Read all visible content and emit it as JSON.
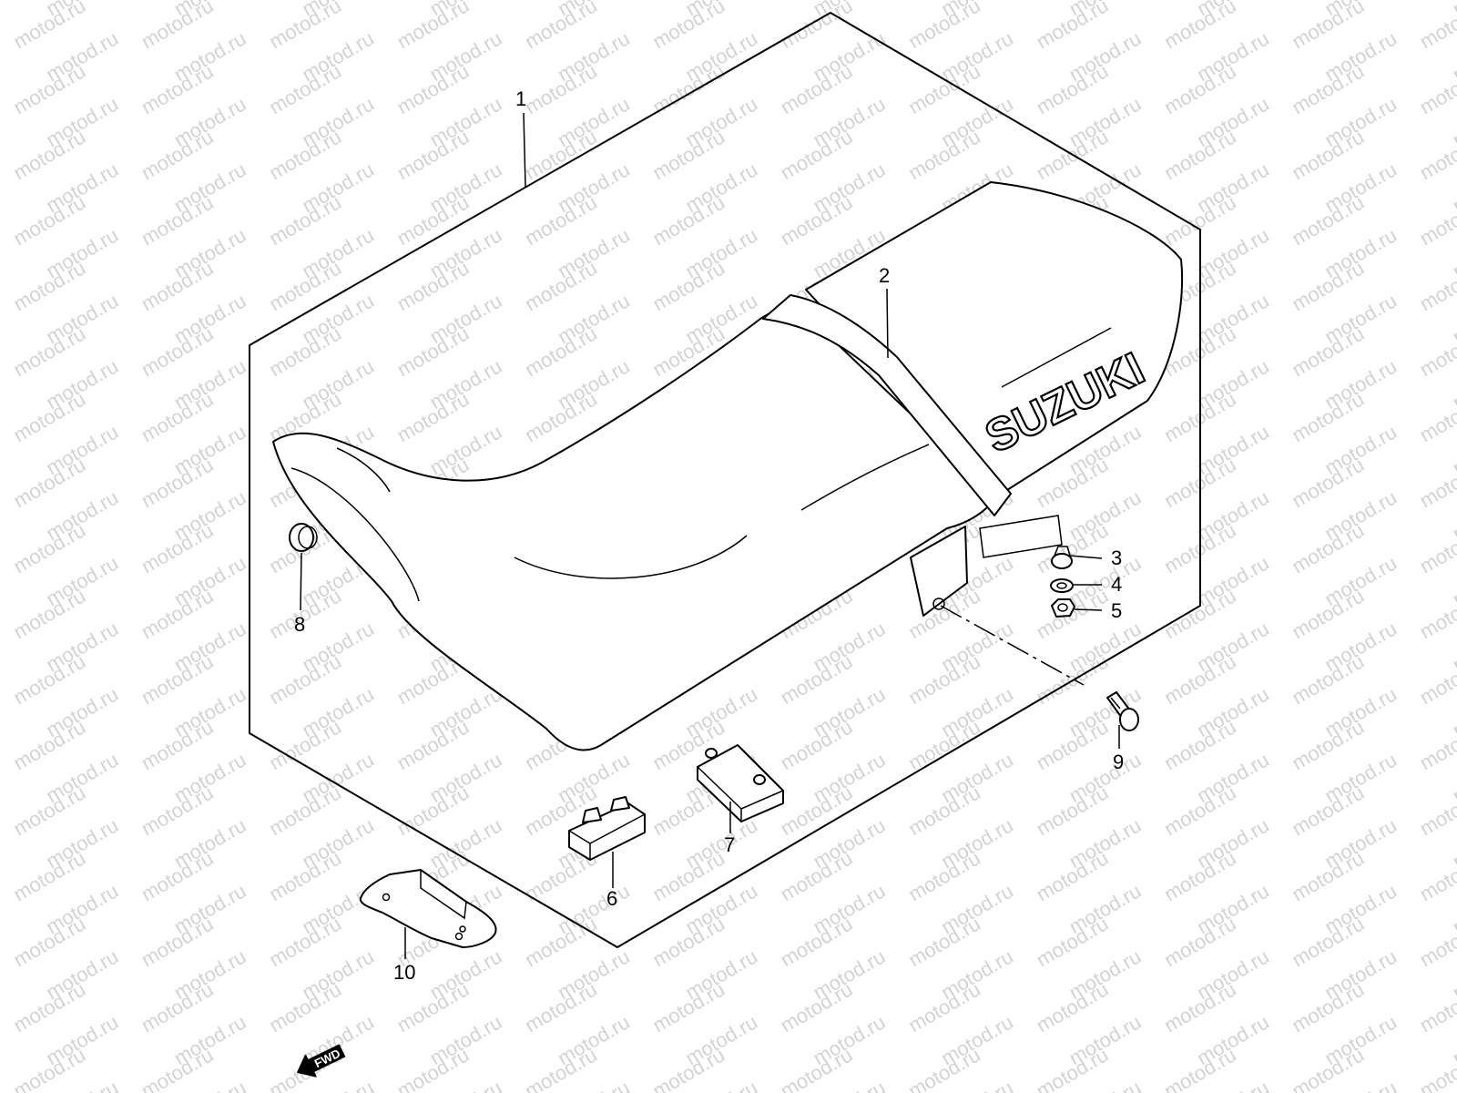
{
  "watermark": {
    "text": "motod.ru",
    "color": "#d3d3d3"
  },
  "brand_logo": {
    "text": "SUZUKI"
  },
  "fwd_arrow": {
    "label": "FWD"
  },
  "callouts": [
    "1",
    "2",
    "3",
    "4",
    "5",
    "6",
    "7",
    "8",
    "9",
    "10"
  ]
}
